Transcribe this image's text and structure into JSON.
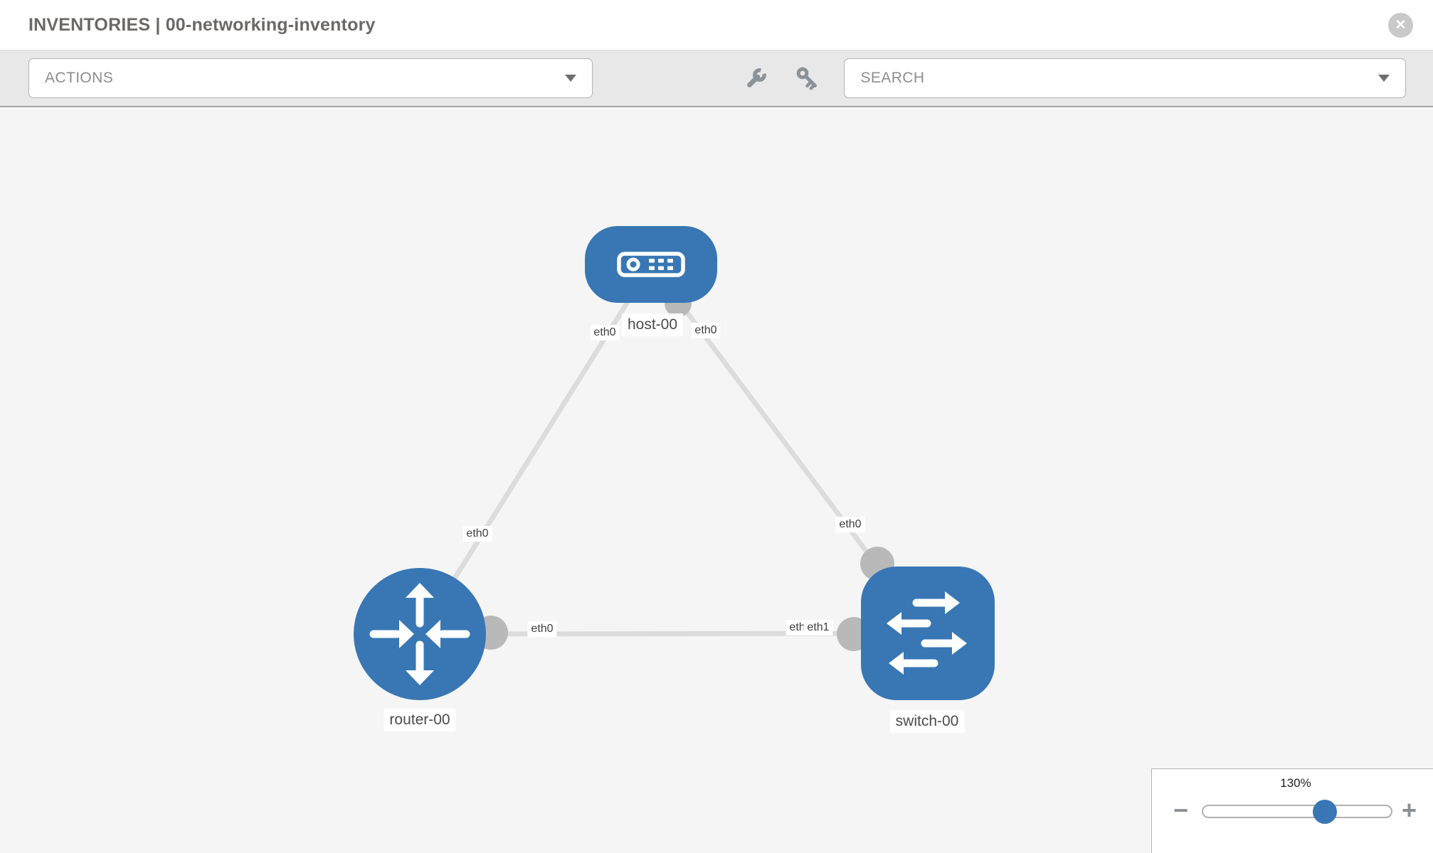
{
  "header": {
    "title": "INVENTORIES | 00-networking-inventory",
    "close_icon_glyph": "✕"
  },
  "toolbar": {
    "actions_label": "ACTIONS",
    "search_label": "SEARCH",
    "icons": [
      "wrench-icon",
      "key-icon"
    ]
  },
  "topology": {
    "nodes": [
      {
        "label": "host-00",
        "type": "host"
      },
      {
        "label": "router-00",
        "type": "router"
      },
      {
        "label": "switch-00",
        "type": "switch"
      }
    ],
    "links": [
      {
        "from": "host-00",
        "to": "router-00"
      },
      {
        "from": "host-00",
        "to": "switch-00"
      },
      {
        "from": "router-00",
        "to": "switch-00"
      }
    ],
    "interface_labels": {
      "host_left": "eth0",
      "host_right": "eth0",
      "router_link_end": "eth0",
      "switch_link_end": "eth0",
      "router_right": "eth0",
      "switch_left_back": "eth0",
      "switch_left_front": "eth1"
    }
  },
  "zoom_control": {
    "level": "130%",
    "minus_label": "−",
    "plus_label": "+"
  },
  "colors": {
    "node_blue": "#3877b4",
    "link_gray": "#dcdcdc",
    "dot_gray": "#b9b9b9",
    "canvas_bg": "#f5f5f5",
    "toolbar_bg": "#e8e8e8"
  }
}
